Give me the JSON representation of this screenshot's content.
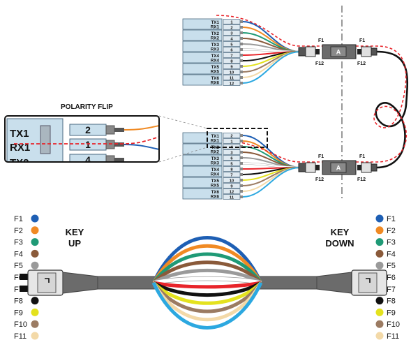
{
  "labels": {
    "polarity_flip": "POLARITY FLIP",
    "key_up": "KEY\nUP",
    "key_down": "KEY\nDOWN",
    "connector_a": "A",
    "f1": "F1",
    "f12": "F12",
    "zoom_tx": "TX1",
    "zoom_rx": "RX1",
    "zoom_tx_cut": "TX2",
    "zoom_port_top": "2",
    "zoom_port_bottom": "1",
    "zoom_port_cut": "4"
  },
  "top_module": {
    "pairs": [
      [
        "TX1",
        "RX1"
      ],
      [
        "TX2",
        "RX2"
      ],
      [
        "TX3",
        "RX3"
      ],
      [
        "TX4",
        "RX4"
      ],
      [
        "TX5",
        "RX5"
      ],
      [
        "TX6",
        "RX6"
      ]
    ],
    "ports": [
      "1",
      "2",
      "3",
      "4",
      "5",
      "6",
      "7",
      "8",
      "9",
      "10",
      "11",
      "12"
    ]
  },
  "bottom_module": {
    "pairs": [
      [
        "TX1",
        "RX1"
      ],
      [
        "TX2",
        "RX2"
      ],
      [
        "TX3",
        "RX3"
      ],
      [
        "TX4",
        "RX4"
      ],
      [
        "TX5",
        "RX5"
      ],
      [
        "TX6",
        "RX6"
      ]
    ],
    "ports": [
      "2",
      "1",
      "4",
      "3",
      "6",
      "5",
      "8",
      "7",
      "10",
      "9",
      "12",
      "11"
    ]
  },
  "fibers": [
    {
      "label": "F1",
      "color": "#1e5fb4"
    },
    {
      "label": "F2",
      "color": "#f08a24"
    },
    {
      "label": "F3",
      "color": "#1f9a76"
    },
    {
      "label": "F4",
      "color": "#8a5a3a"
    },
    {
      "label": "F5",
      "color": "#9a9a9a"
    },
    {
      "label": "F6",
      "color": "#ffffff"
    },
    {
      "label": "F7",
      "color": "#e8242a"
    },
    {
      "label": "F8",
      "color": "#111111"
    },
    {
      "label": "F9",
      "color": "#e4e21e"
    },
    {
      "label": "F10",
      "color": "#9b7b62"
    },
    {
      "label": "F11",
      "color": "#f3d9a8"
    },
    {
      "label": "F12",
      "color": "#2ca8e0"
    }
  ],
  "colors": {
    "module_fill": "#c9dfec",
    "module_stroke": "#4a6a80",
    "polarity_path": "#e8242a",
    "cable": "#111111",
    "trunk": "#6b6b6b"
  }
}
